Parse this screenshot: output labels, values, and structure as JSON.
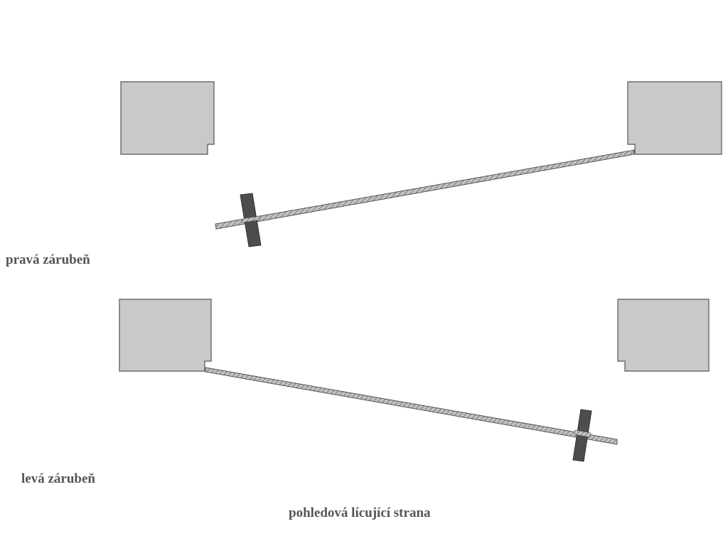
{
  "labels": {
    "right_frame": "pravá zárubeň",
    "left_frame": "levá zárubeň",
    "caption": "pohledová lícující strana"
  },
  "colors": {
    "frame_fill": "#c9c9c9",
    "frame_stroke": "#555555",
    "leaf_fill": "#bdbdbd",
    "leaf_hatch": "#6a6a6a",
    "handle_fill": "#4d4d4d",
    "label_text": "#555555"
  }
}
